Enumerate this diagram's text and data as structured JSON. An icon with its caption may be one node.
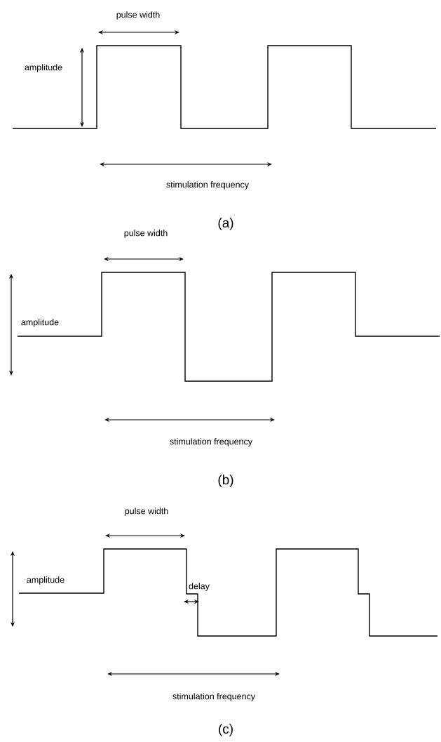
{
  "diagram": {
    "labels": [
      "pulse width",
      "amplitude",
      "stimulation frequency",
      "(a)",
      "pulse width",
      "amplitude",
      "stimulation frequency",
      "(b)",
      "pulse width",
      "amplitude",
      "delay",
      "stimulation frequency",
      "(c)"
    ]
  }
}
